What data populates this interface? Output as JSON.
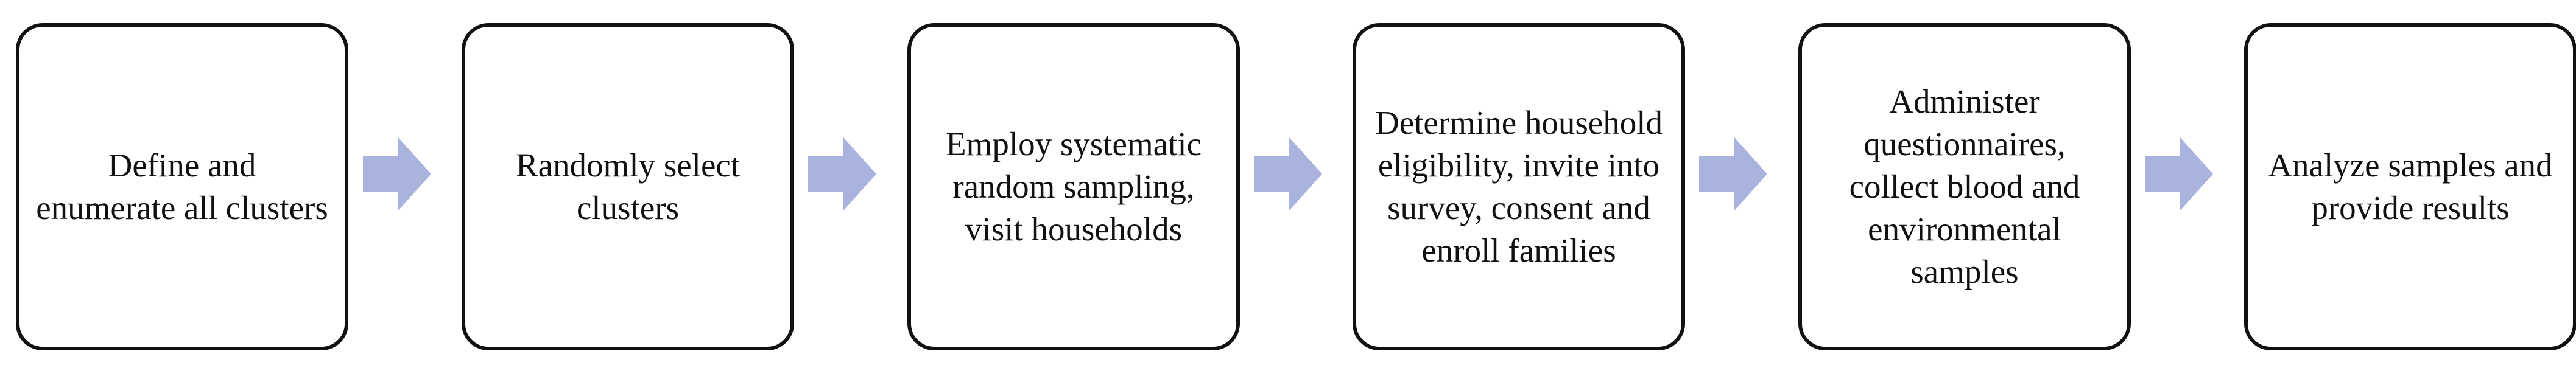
{
  "diagram": {
    "colors": {
      "arrow": "#a9b3de",
      "box_border": "#111111",
      "text": "#111111"
    },
    "steps": [
      {
        "label": "Define and enumerate all clusters"
      },
      {
        "label": "Randomly select clusters"
      },
      {
        "label": "Employ systematic random sampling, visit households"
      },
      {
        "label": "Determine household eligibility, invite into survey, consent and enroll families"
      },
      {
        "label": "Administer questionnaires, collect blood and environmental samples"
      },
      {
        "label": "Analyze samples and provide results"
      }
    ],
    "connector_icon": "right-arrow-icon"
  }
}
